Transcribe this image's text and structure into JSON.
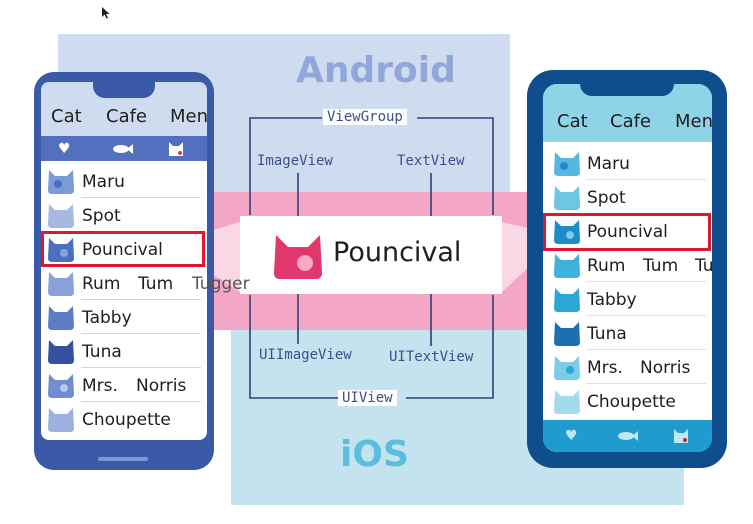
{
  "platforms": {
    "android": "Android",
    "ios": "iOS"
  },
  "classes": {
    "container_android": "ViewGroup",
    "image_android": "ImageView",
    "text_android": "TextView",
    "image_ios": "UIImageView",
    "text_ios": "UITextView",
    "container_ios": "UIView"
  },
  "highlight_label": "Pouncival",
  "android_app": {
    "title": [
      "Cat",
      "Cafe",
      "Menu"
    ],
    "tab_icons": [
      "heart-icon",
      "fish-icon",
      "cat-icon"
    ],
    "items": [
      {
        "words": [
          "Maru"
        ]
      },
      {
        "words": [
          "Spot"
        ]
      },
      {
        "words": [
          "Pouncival"
        ]
      },
      {
        "words": [
          "Rum",
          "Tum",
          "Tugger"
        ]
      },
      {
        "words": [
          "Tabby"
        ]
      },
      {
        "words": [
          "Tuna"
        ]
      },
      {
        "words": [
          "Mrs.",
          "Norris"
        ]
      },
      {
        "words": [
          "Choupette"
        ]
      }
    ],
    "colors": {
      "frame": "#3a5aa8",
      "bar": "#5270bd",
      "faces": [
        "#7b9bd6",
        "#a7b9e3",
        "#4a6ec0",
        "#8aa2d8",
        "#5c7ec6",
        "#34509e",
        "#6f8ed0",
        "#9db0df"
      ]
    }
  },
  "ios_app": {
    "title": [
      "Cat",
      "Cafe",
      "Menu"
    ],
    "tab_icons": [
      "heart-icon",
      "fish-icon",
      "cat-icon"
    ],
    "items": [
      {
        "words": [
          "Maru"
        ]
      },
      {
        "words": [
          "Spot"
        ]
      },
      {
        "words": [
          "Pouncival"
        ]
      },
      {
        "words": [
          "Rum",
          "Tum",
          "Tugger"
        ]
      },
      {
        "words": [
          "Tabby"
        ]
      },
      {
        "words": [
          "Tuna"
        ]
      },
      {
        "words": [
          "Mrs.",
          "Norris"
        ]
      },
      {
        "words": [
          "Choupette"
        ]
      }
    ],
    "colors": {
      "frame": "#0f4d8c",
      "bar": "#8ed3e6",
      "tabbar": "#1f9bd0",
      "faces": [
        "#58b7df",
        "#6cc7e4",
        "#1f8cc7",
        "#3fb1db",
        "#2ba7d6",
        "#1d6fb0",
        "#7ccbe7",
        "#a3dbec"
      ]
    }
  },
  "colors": {
    "highlight_box": "#e0182d",
    "accent_pink": "#e0386c"
  }
}
